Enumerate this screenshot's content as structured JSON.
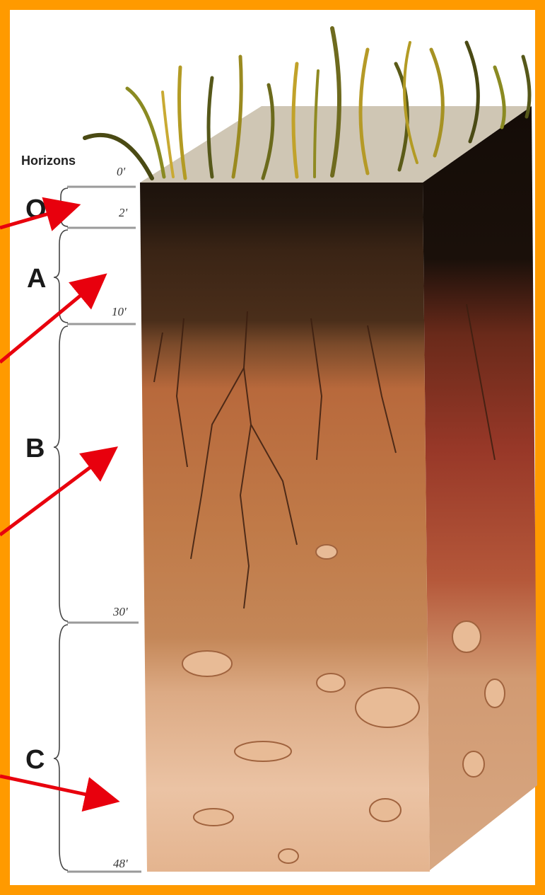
{
  "diagram": {
    "title": "Horizons",
    "horizons": [
      {
        "label": "O"
      },
      {
        "label": "A"
      },
      {
        "label": "B"
      },
      {
        "label": "C"
      }
    ],
    "depths": [
      "0'",
      "2'",
      "10'",
      "30'",
      "48'"
    ],
    "colors": {
      "frame": "#ff9a00",
      "arrow": "#e8000d",
      "o_layer": "#1e130c",
      "a_layer": "#3a2516",
      "b_layer": "#b86a3c",
      "c_layer": "#e6b491"
    }
  }
}
